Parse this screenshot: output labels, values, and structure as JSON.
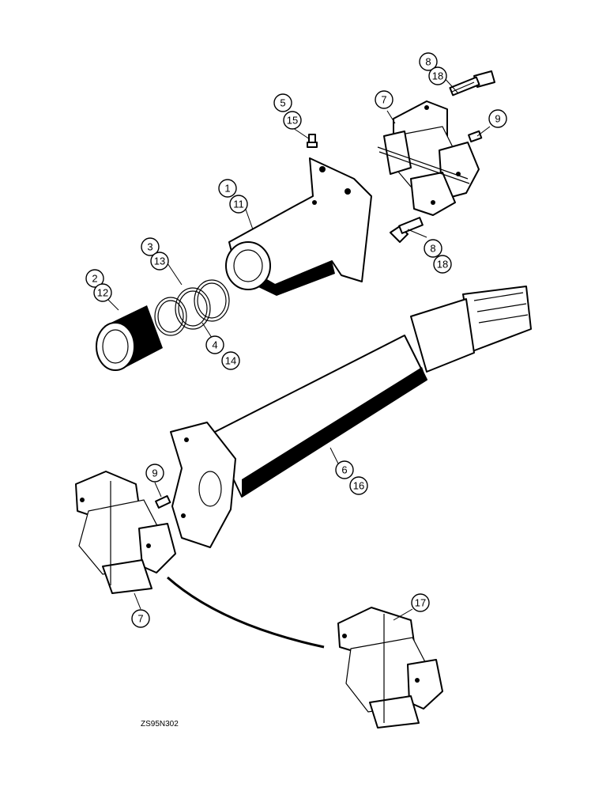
{
  "figure_code": "ZS95N302",
  "callouts": {
    "c8a": "8",
    "c18a": "18",
    "c7a": "7",
    "c5": "5",
    "c15": "15",
    "c9a": "9",
    "c1": "1",
    "c11": "11",
    "c8b": "8",
    "c18b": "18",
    "c3": "3",
    "c13": "13",
    "c2": "2",
    "c12": "12",
    "c4": "4",
    "c14": "14",
    "c6": "6",
    "c16": "16",
    "c9b": "9",
    "c7b": "7",
    "c17": "17"
  },
  "colors": {
    "ink": "#000000",
    "paper": "#ffffff"
  }
}
